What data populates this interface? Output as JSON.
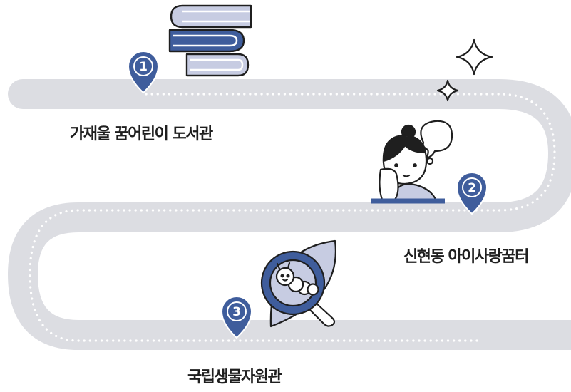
{
  "stops": [
    {
      "number": "1",
      "name": "가재울 꿈어린이 도서관"
    },
    {
      "number": "2",
      "name": "신현동 아이사랑꿈터"
    },
    {
      "number": "3",
      "name": "국립생물자원관"
    }
  ],
  "colors": {
    "road": "#dcdde2",
    "dots": "#ffffff",
    "pin": "#3f5d9c",
    "ink": "#1f1f1f",
    "book_light": "#c7cce2",
    "book_dark": "#3f5d9c"
  },
  "icons": [
    "book-stack-icon",
    "sparkle-icon",
    "thinking-child-icon",
    "magnifier-caterpillar-icon",
    "map-pin-icon"
  ]
}
